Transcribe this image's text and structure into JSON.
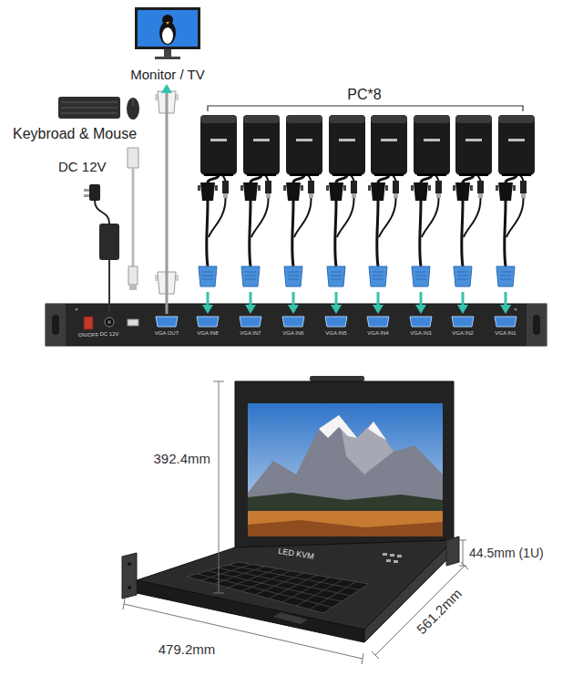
{
  "diagram": {
    "nodes": [
      {
        "text": [
          "Monitor / TV"
        ]
      },
      {
        "text": [
          "Keybroad & Mouse"
        ]
      },
      {
        "text": [
          "DC 12V"
        ]
      },
      {
        "text": [
          "PC*8"
        ]
      },
      {
        "text": [
          "DC 12V"
        ]
      },
      {
        "text": [
          "VGA OUT"
        ]
      },
      {
        "text": [
          "VGA IN8"
        ]
      },
      {
        "text": [
          "VGA IN7"
        ]
      },
      {
        "text": [
          "VGA IN6"
        ]
      },
      {
        "text": [
          "VGA IN5"
        ]
      },
      {
        "text": [
          "VGA IN4"
        ]
      },
      {
        "text": [
          "VGA IN3"
        ]
      },
      {
        "text": [
          "VGA IN2"
        ]
      },
      {
        "text": [
          "VGA IN1"
        ]
      }
    ],
    "edges": [
      {
        "from": 5,
        "to": 0,
        "arrow": "to"
      },
      {
        "from": 3,
        "to": 6,
        "arrow": "to"
      },
      {
        "from": 3,
        "to": 7,
        "arrow": "to"
      },
      {
        "from": 3,
        "to": 8,
        "arrow": "to"
      },
      {
        "from": 3,
        "to": 9,
        "arrow": "to"
      },
      {
        "from": 3,
        "to": 10,
        "arrow": "to"
      },
      {
        "from": 3,
        "to": 11,
        "arrow": "to"
      },
      {
        "from": 3,
        "to": 12,
        "arrow": "to"
      },
      {
        "from": 3,
        "to": 13,
        "arrow": "to"
      },
      {
        "from": 2,
        "to": 4,
        "arrow": "none"
      }
    ],
    "labels": [
      "ON/OFF",
      "LED KVM",
      "392.4mm",
      "44.5mm (1U)",
      "561.2mm",
      "479.2mm"
    ]
  }
}
